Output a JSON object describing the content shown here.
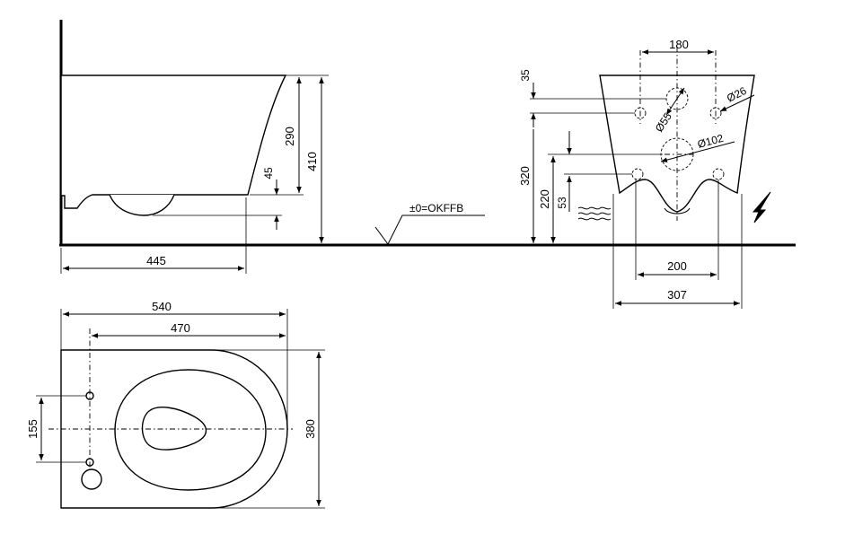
{
  "dimensions": {
    "side_depth": "445",
    "side_height_total": "410",
    "side_height_top": "290",
    "side_height_drain": "45",
    "floor_label": "±0=OKFFB",
    "front_top_width": "180",
    "front_top_offset": "35",
    "front_bolt_hole_dia": "Ø26",
    "front_inlet_dia": "Ø55",
    "front_outlet_dia": "Ø102",
    "front_height_outlet": "320",
    "front_height_mid": "220",
    "front_height_low": "53",
    "front_bottom_inner": "200",
    "front_bottom_outer": "307",
    "plan_length_total": "540",
    "plan_length_inner": "470",
    "plan_width": "380",
    "plan_bolt_spacing": "155"
  },
  "icons": [
    "water-supply-icon",
    "electric-connection-icon"
  ]
}
